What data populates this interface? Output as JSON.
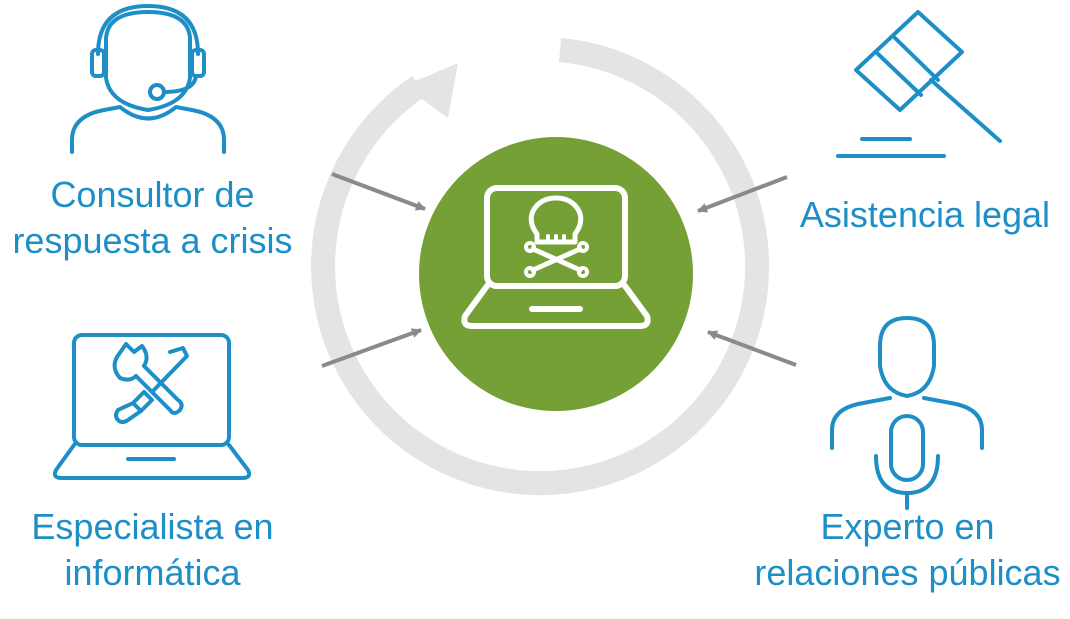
{
  "colors": {
    "accent_blue": "#1e8fc6",
    "center_green": "#74a035",
    "cycle_gray": "#e3e4e6",
    "arrow_gray": "#8a8a8a",
    "white": "#ffffff"
  },
  "center": {
    "icon": "laptop-skull-icon"
  },
  "roles": [
    {
      "icon": "headset-person-icon",
      "lines": [
        "Consultor de",
        "respuesta a crisis"
      ]
    },
    {
      "icon": "gavel-icon",
      "lines": [
        "Asistencia legal"
      ]
    },
    {
      "icon": "laptop-tools-icon",
      "lines": [
        "Especialista en",
        "informática"
      ]
    },
    {
      "icon": "person-microphone-icon",
      "lines": [
        "Experto en",
        "relaciones públicas"
      ]
    }
  ]
}
